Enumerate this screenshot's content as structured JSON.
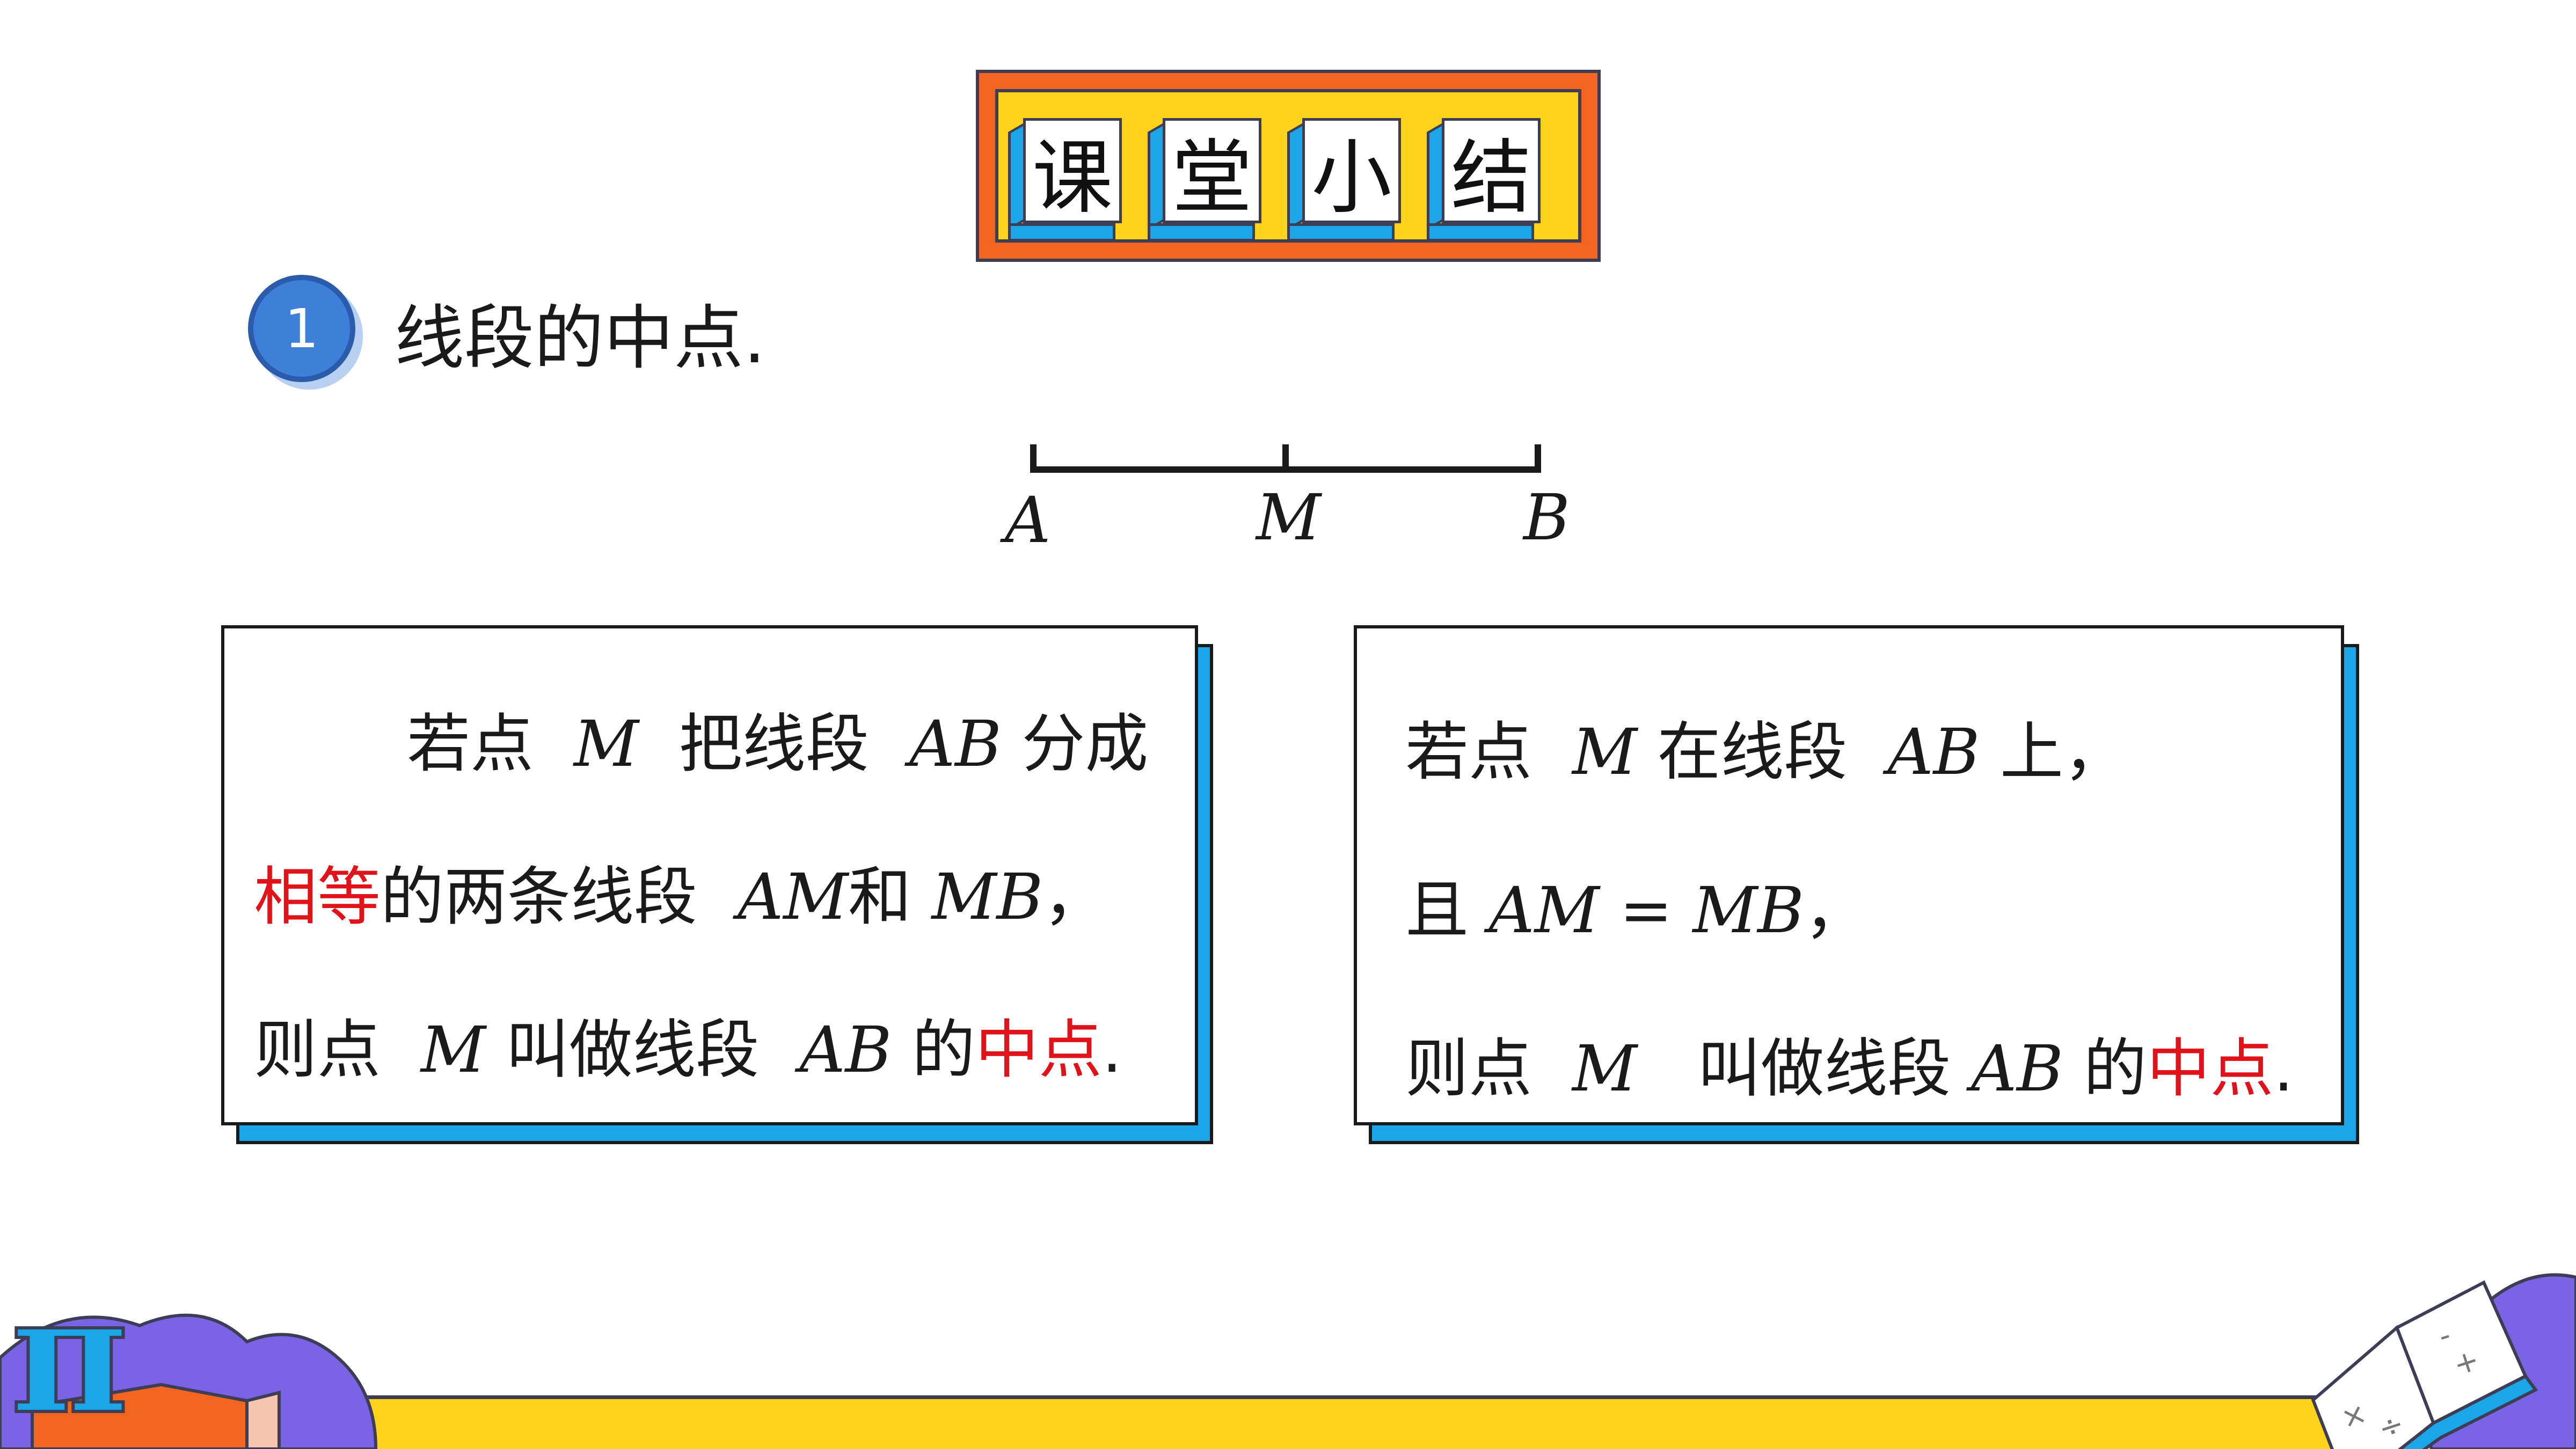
{
  "title": {
    "chars": [
      "课",
      "堂",
      "小",
      "结"
    ]
  },
  "heading": {
    "number": "1",
    "text": "线段的中点."
  },
  "diagram": {
    "points": [
      "A",
      "M",
      "B"
    ]
  },
  "left_box": {
    "line1": {
      "a": "若点",
      "m": "M",
      "b": "把线段",
      "ab": "AB",
      "c": "分成"
    },
    "line2": {
      "red": "相等",
      "a": "的两条线段",
      "am": "AM",
      "b": "和",
      "mb": "MB",
      "c": "，"
    },
    "line3": {
      "a": "则点",
      "m": "M",
      "b": "叫做线段",
      "ab": "AB",
      "c": "的",
      "red": "中点",
      "d": "."
    }
  },
  "right_box": {
    "line1": {
      "a": "若点",
      "m": "M",
      "b": "在线段",
      "ab": "AB",
      "c": "上，"
    },
    "line2": {
      "a": "且",
      "eq": "AM = MB",
      "b": "，"
    },
    "line3": {
      "a": "则点",
      "m": "M",
      "b": "叫做线段",
      "ab": "AB",
      "c": "的",
      "red": "中点",
      "d": "."
    }
  },
  "decor": {
    "pi_symbol": "π",
    "book_symbols": [
      "×",
      "÷",
      "-",
      "+"
    ]
  },
  "colors": {
    "banner_orange": "#f2651f",
    "banner_yellow": "#ffd21b",
    "accent_blue": "#1aa6e8",
    "circle_blue": "#3e7fd9",
    "highlight_red": "#e0131b",
    "purple": "#7b63e6"
  }
}
